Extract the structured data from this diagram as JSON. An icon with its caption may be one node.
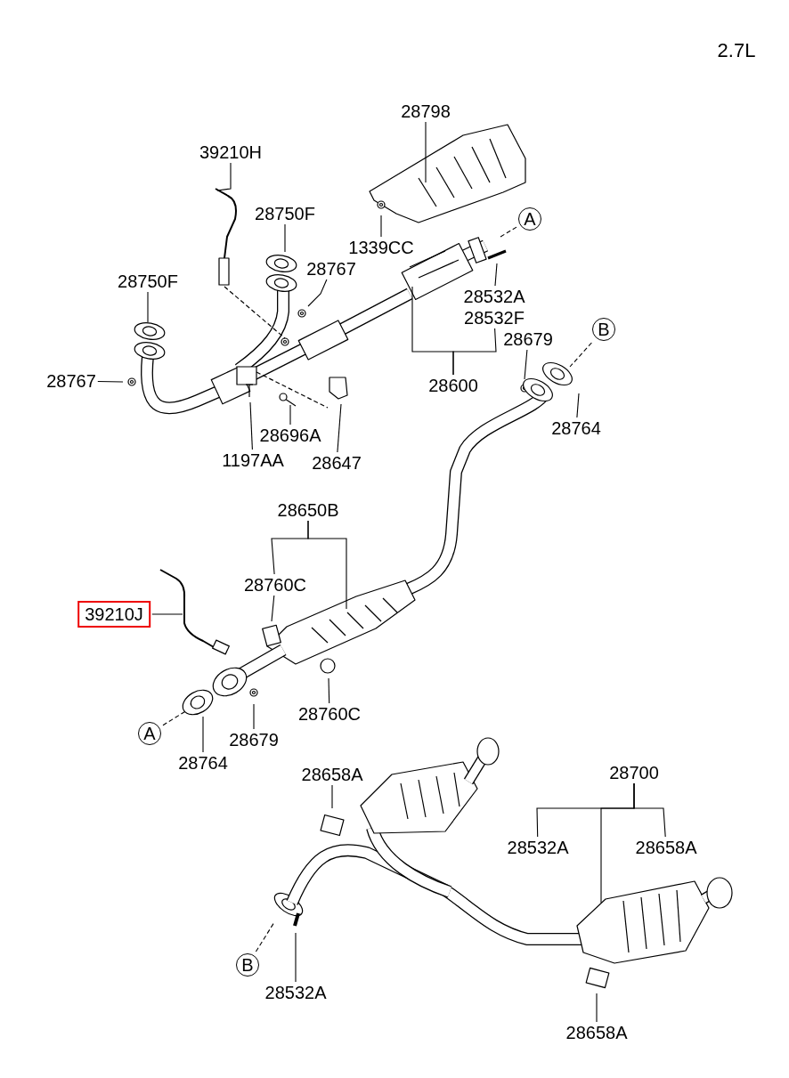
{
  "diagram": {
    "nodes": [
      {
        "text": [
          "28798"
        ]
      },
      {
        "text": [
          "39210H"
        ]
      },
      {
        "text": [
          "28750F"
        ]
      },
      {
        "text": [
          "28767"
        ]
      },
      {
        "text": [
          "1339CC"
        ]
      },
      {
        "text": [
          "A"
        ]
      },
      {
        "text": [
          "28532A"
        ]
      },
      {
        "text": [
          "28532F"
        ]
      },
      {
        "text": [
          "28750F"
        ]
      },
      {
        "text": [
          "28767"
        ]
      },
      {
        "text": [
          "28600"
        ]
      },
      {
        "text": [
          "28679"
        ]
      },
      {
        "text": [
          "B"
        ]
      },
      {
        "text": [
          "28764"
        ]
      },
      {
        "text": [
          "28696A"
        ]
      },
      {
        "text": [
          "1197AA"
        ]
      },
      {
        "text": [
          "28647"
        ]
      },
      {
        "text": [
          "28650B"
        ]
      },
      {
        "text": [
          "28760C"
        ]
      },
      {
        "text": [
          "39210J"
        ]
      },
      {
        "text": [
          "28760C"
        ]
      },
      {
        "text": [
          "A"
        ]
      },
      {
        "text": [
          "28679"
        ]
      },
      {
        "text": [
          "28764"
        ]
      },
      {
        "text": [
          "28658A"
        ]
      },
      {
        "text": [
          "28700"
        ]
      },
      {
        "text": [
          "28532A"
        ]
      },
      {
        "text": [
          "28658A"
        ]
      },
      {
        "text": [
          "B"
        ]
      },
      {
        "text": [
          "28532A"
        ]
      },
      {
        "text": [
          "28658A"
        ]
      }
    ],
    "edges": [
      {
        "from": 0,
        "to": null,
        "arrow": "none"
      },
      {
        "from": 1,
        "to": null,
        "arrow": "none"
      },
      {
        "from": 2,
        "to": null,
        "arrow": "none"
      },
      {
        "from": 3,
        "to": null,
        "arrow": "none"
      },
      {
        "from": 4,
        "to": null,
        "arrow": "none"
      },
      {
        "from": 5,
        "to": null,
        "arrow": "none",
        "style": "dashed"
      },
      {
        "from": 6,
        "to": null,
        "arrow": "none"
      },
      {
        "from": 8,
        "to": null,
        "arrow": "none"
      },
      {
        "from": 9,
        "to": null,
        "arrow": "none"
      },
      {
        "from": 10,
        "to": null,
        "arrow": "none"
      },
      {
        "from": 10,
        "to": 7,
        "arrow": "none"
      },
      {
        "from": 11,
        "to": null,
        "arrow": "none"
      },
      {
        "from": 12,
        "to": null,
        "arrow": "none",
        "style": "dashed"
      },
      {
        "from": 13,
        "to": null,
        "arrow": "none"
      },
      {
        "from": 14,
        "to": null,
        "arrow": "none"
      },
      {
        "from": 15,
        "to": null,
        "arrow": "none"
      },
      {
        "from": 16,
        "to": null,
        "arrow": "none"
      },
      {
        "from": 17,
        "to": 18,
        "arrow": "none"
      },
      {
        "from": 17,
        "to": null,
        "arrow": "none"
      },
      {
        "from": 18,
        "to": null,
        "arrow": "none"
      },
      {
        "from": 19,
        "to": null,
        "arrow": "none"
      },
      {
        "from": 20,
        "to": null,
        "arrow": "none"
      },
      {
        "from": 21,
        "to": null,
        "arrow": "none",
        "style": "dashed"
      },
      {
        "from": 22,
        "to": null,
        "arrow": "none"
      },
      {
        "from": 23,
        "to": null,
        "arrow": "none"
      },
      {
        "from": 24,
        "to": null,
        "arrow": "none"
      },
      {
        "from": 25,
        "to": 26,
        "arrow": "none"
      },
      {
        "from": 25,
        "to": 27,
        "arrow": "none"
      },
      {
        "from": 25,
        "to": null,
        "arrow": "none"
      },
      {
        "from": 28,
        "to": null,
        "arrow": "none",
        "style": "dashed"
      },
      {
        "from": 29,
        "to": null,
        "arrow": "none"
      },
      {
        "from": 30,
        "to": null,
        "arrow": "none"
      }
    ],
    "labels": [
      "2.7L"
    ]
  }
}
